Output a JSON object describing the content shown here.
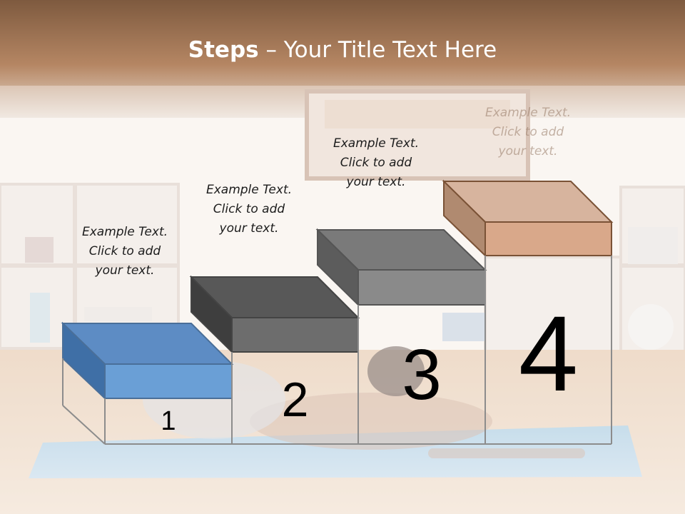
{
  "slide": {
    "title_bold": "Steps",
    "title_rest": " – Your Title Text Here"
  },
  "steps": [
    {
      "number": "1",
      "lines": [
        "Example Text.",
        "Click  to add",
        "your text."
      ],
      "color": "#6a9fd6"
    },
    {
      "number": "2",
      "lines": [
        "Example Text.",
        "Click  to add",
        "your text."
      ],
      "color": "#6d6d6d"
    },
    {
      "number": "3",
      "lines": [
        "Example Text.",
        "Click  to add",
        "your text."
      ],
      "color": "#8a8a8a"
    },
    {
      "number": "4",
      "lines": [
        "Example Text.",
        "Click  to add",
        "your text."
      ],
      "color": "#d9a88a"
    }
  ]
}
